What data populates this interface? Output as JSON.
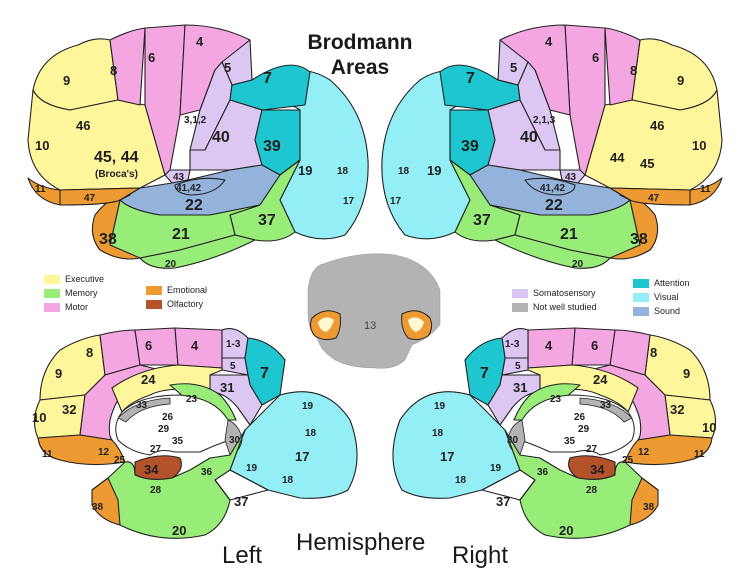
{
  "title": {
    "line1": "Brodmann",
    "line2": "Areas"
  },
  "footer": {
    "left": "Left",
    "center": "Hemisphere",
    "right": "Right"
  },
  "colors": {
    "executive": "#fff59a",
    "memory": "#98ec78",
    "motor": "#f4a6e0",
    "emotional": "#ee9a33",
    "olfactory": "#b4532a",
    "somatosensory": "#dcc7f3",
    "not_studied": "#b3b3b3",
    "attention": "#1ec7cf",
    "visual": "#94eef6",
    "sound": "#93b3da"
  },
  "legend_left": [
    {
      "label": "Executive",
      "color_key": "executive"
    },
    {
      "label": "Memory",
      "color_key": "memory"
    },
    {
      "label": "Motor",
      "color_key": "motor"
    }
  ],
  "legend_mid": [
    {
      "label": "Emotional",
      "color_key": "emotional"
    },
    {
      "label": "Olfactory",
      "color_key": "olfactory"
    }
  ],
  "legend_right1": [
    {
      "label": "Somatosensory",
      "color_key": "somatosensory"
    },
    {
      "label": "Not well studied",
      "color_key": "not_studied"
    }
  ],
  "legend_right2": [
    {
      "label": "Attention",
      "color_key": "attention"
    },
    {
      "label": "Visual",
      "color_key": "visual"
    },
    {
      "label": "Sound",
      "color_key": "sound"
    }
  ],
  "area_labels": {
    "a1": "1-3",
    "a2": "2,1,3",
    "a3": "3,1,2",
    "a4": "4",
    "a5": "5",
    "a6": "6",
    "a7": "7",
    "a8": "8",
    "a9": "9",
    "a10": "10",
    "a11": "11",
    "a12": "12",
    "a13": "13",
    "a17": "17",
    "a18": "18",
    "a19": "19",
    "a20": "20",
    "a21": "21",
    "a22": "22",
    "a23": "23",
    "a24": "24",
    "a25": "25",
    "a26": "26",
    "a27": "27",
    "a28": "28",
    "a29": "29",
    "a30": "30",
    "a31": "31",
    "a32": "32",
    "a33": "33",
    "a34": "34",
    "a35": "35",
    "a36": "36",
    "a37": "37",
    "a38": "38",
    "a39": "39",
    "a40": "40",
    "a41_42": "41,42",
    "a43": "43",
    "a44": "44",
    "a45": "45",
    "a45_44": "45, 44",
    "a46": "46",
    "a47": "47",
    "broca": "(Broca's)"
  }
}
